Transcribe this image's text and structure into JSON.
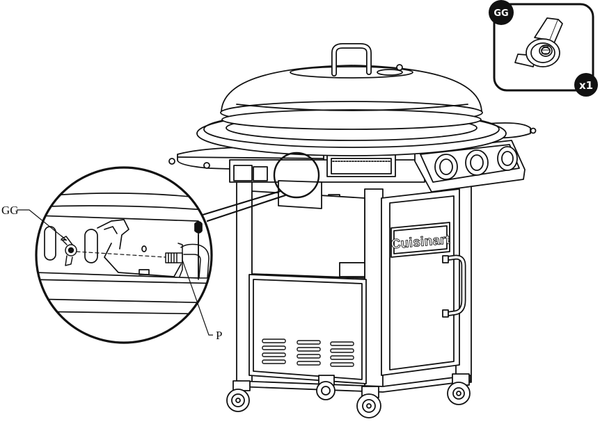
{
  "callouts": {
    "part_gg": "GG",
    "part_p": "P"
  },
  "hardware_box": {
    "badge": "GG",
    "quantity": "x1"
  },
  "brand": {
    "logo_text": "Cuisinart"
  },
  "colors": {
    "line": "#111111",
    "background": "#ffffff",
    "badge_fill": "#111111"
  }
}
